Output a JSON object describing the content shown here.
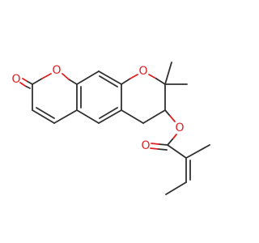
{
  "molecule": {
    "atoms": [
      {
        "id": "o_carbonyl_lactone",
        "label": "O"
      },
      {
        "id": "o_ring_lactone",
        "label": "O"
      },
      {
        "id": "o_ring_pyran",
        "label": "O"
      },
      {
        "id": "o_ester",
        "label": "O"
      },
      {
        "id": "o_carbonyl_ester",
        "label": "O"
      }
    ],
    "colors": {
      "bond": "#303030",
      "oxygen": "#e02020",
      "background": "#ffffff"
    }
  }
}
